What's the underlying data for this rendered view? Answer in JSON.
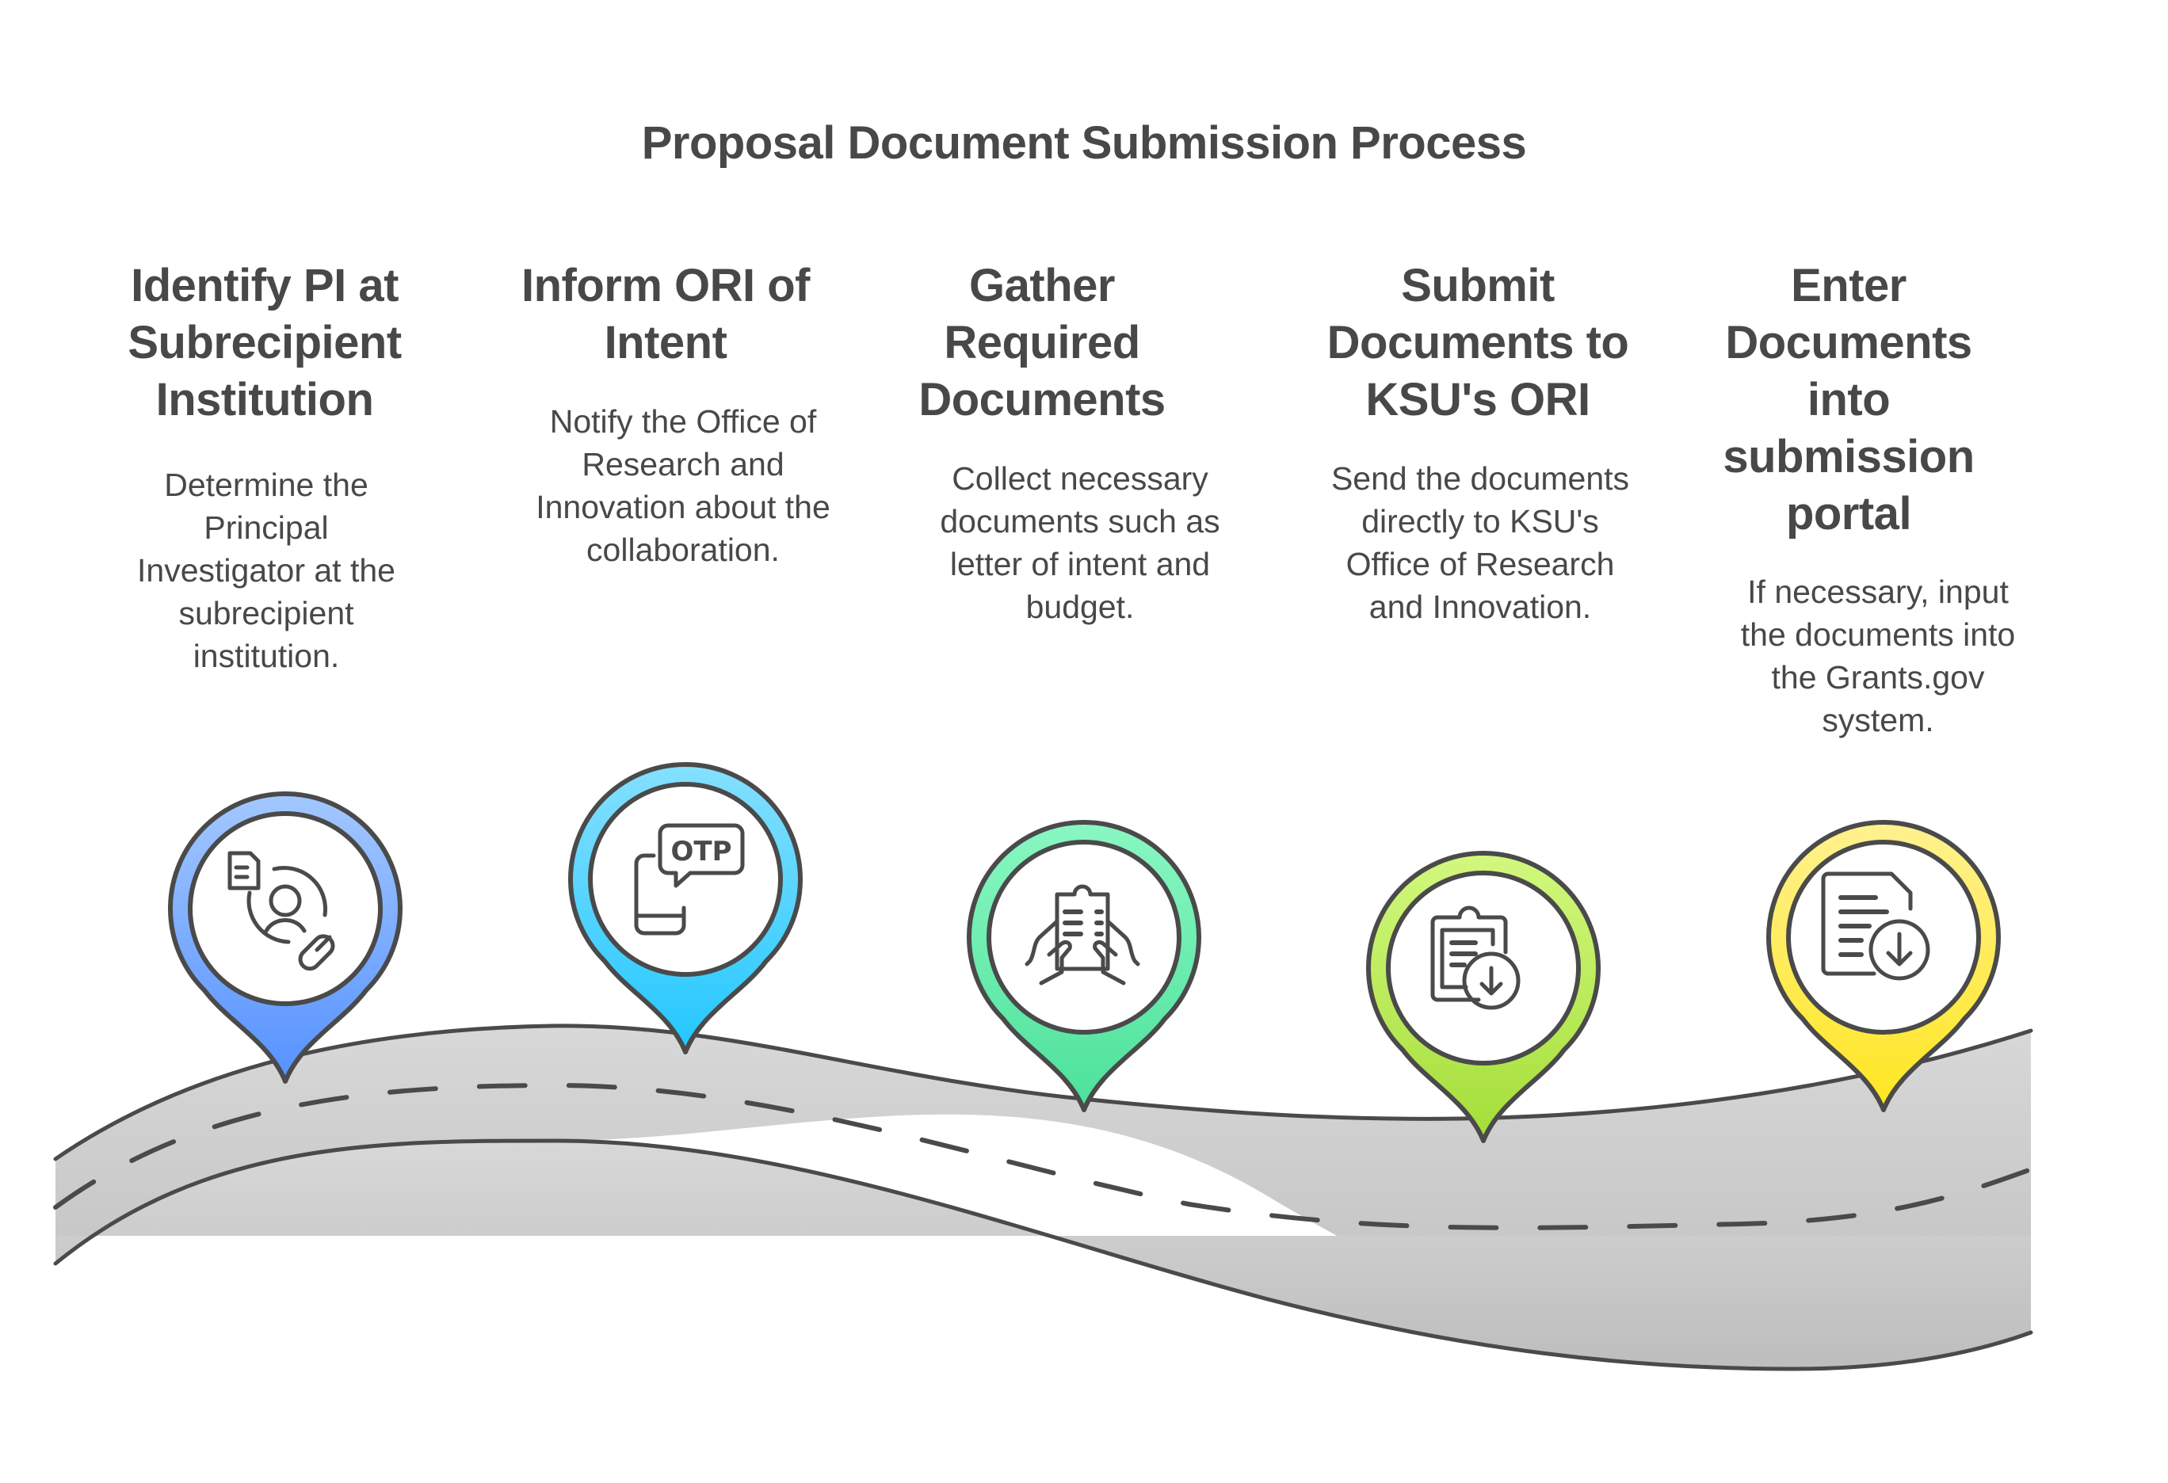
{
  "title": "Proposal Document Submission Process",
  "steps": [
    {
      "heading": [
        "Identify PI at",
        "Subrecipient",
        "Institution"
      ],
      "description": [
        "Determine the",
        "Principal",
        "Investigator at the",
        "subrecipient",
        "institution."
      ],
      "icon": "person-search-document-icon",
      "color_top": "#A3C8FF",
      "color_bottom": "#5591FF"
    },
    {
      "heading": [
        "Inform ORI of",
        "Intent"
      ],
      "description": [
        "Notify the Office of",
        "Research and",
        "Innovation about the",
        "collaboration."
      ],
      "icon": "phone-otp-icon",
      "icon_text": "OTP",
      "color_top": "#85E0FF",
      "color_bottom": "#22C7FF"
    },
    {
      "heading": [
        "Gather",
        "Required",
        "Documents"
      ],
      "description": [
        "Collect necessary",
        "documents such as",
        "letter of intent and",
        "budget."
      ],
      "icon": "hands-holding-clipboard-icon",
      "color_top": "#8AF7C3",
      "color_bottom": "#4CE19A"
    },
    {
      "heading": [
        "Submit",
        "Documents to",
        "KSU's ORI"
      ],
      "description": [
        "Send the documents",
        "directly to KSU's",
        "Office of Research",
        "and Innovation."
      ],
      "icon": "clipboard-download-icon",
      "color_top": "#D2F87E",
      "color_bottom": "#A4DE38"
    },
    {
      "heading": [
        "Enter",
        "Documents",
        "into",
        "submission",
        "portal"
      ],
      "description": [
        "If necessary, input",
        "the documents into",
        "the Grants.gov",
        "system."
      ],
      "icon": "document-download-icon",
      "color_top": "#FFF190",
      "color_bottom": "#FFE620"
    }
  ],
  "road": {
    "fill_top": "#D8D8D8",
    "fill_bottom": "#BDBDBD",
    "outline": "#4A4A4A"
  }
}
